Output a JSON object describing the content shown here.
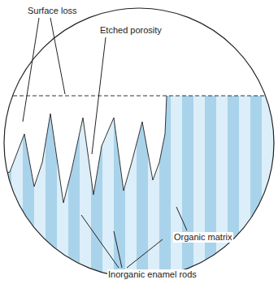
{
  "diagram": {
    "labels": [
      "Surface loss",
      "Etched porosity",
      "Organic matrix",
      "Inorganic enamel rods"
    ]
  }
}
